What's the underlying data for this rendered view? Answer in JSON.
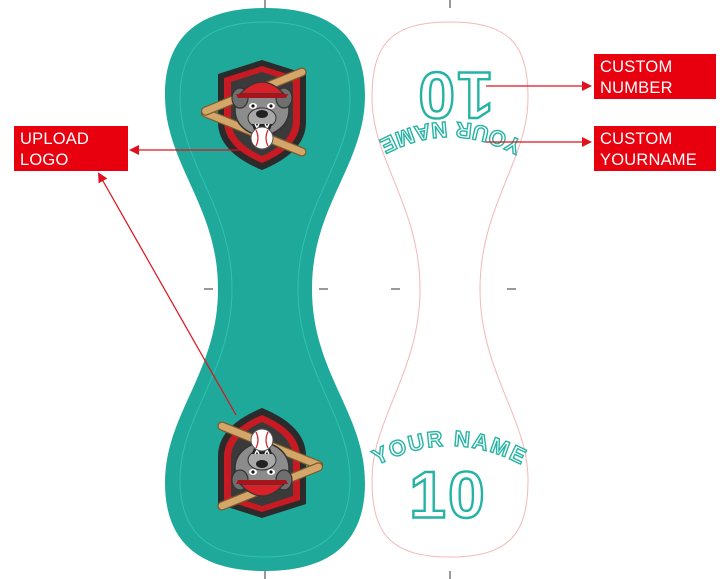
{
  "callouts": {
    "upload_logo": {
      "line1": "UPLOAD",
      "line2": "LOGO"
    },
    "custom_number": {
      "line1": "CUSTOM",
      "line2": "NUMBER"
    },
    "custom_yourname": {
      "line1": "CUSTOM",
      "line2": "YOURNAME"
    }
  },
  "design": {
    "number_text": "10",
    "name_text": "YOUR NAME"
  },
  "colors": {
    "teal": "#1ea99a",
    "callout_red": "#e8000f",
    "arrow_red": "#e0101c",
    "outline_pink": "#f2b8b8",
    "text_teal": "#25b3a3",
    "shield_red": "#c81a22",
    "shield_dark": "#2b2b2b",
    "bat_tan": "#d4a66a",
    "dog_gray": "#8c8c8c"
  },
  "icons": {
    "logo": "bulldog-baseball-logo-icon"
  }
}
